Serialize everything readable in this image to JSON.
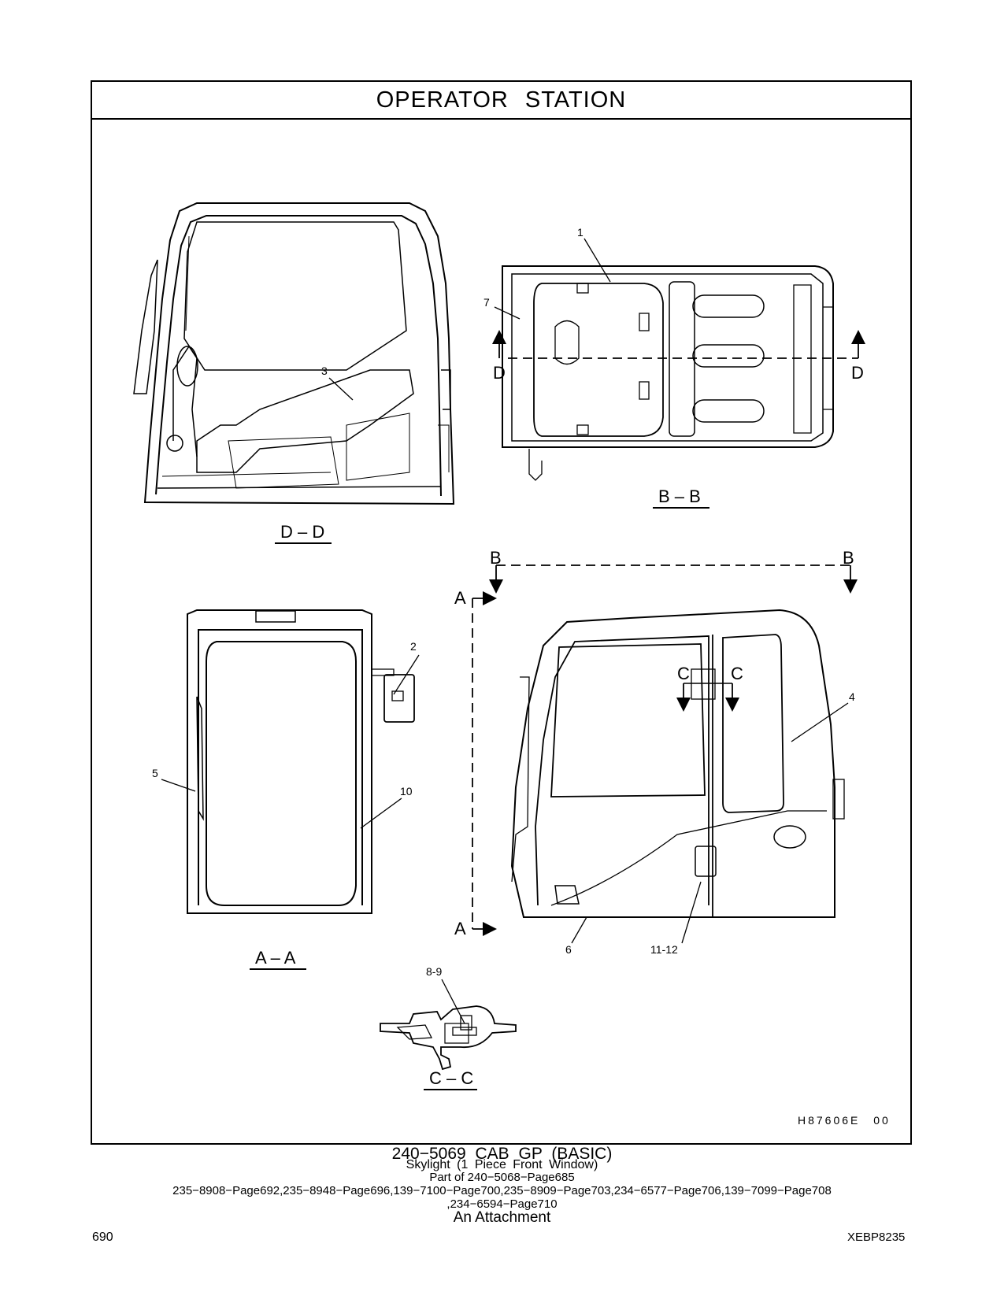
{
  "page_title": "OPERATOR   STATION",
  "drawing_code": "H87606E   00",
  "sections": {
    "dd": "D – D",
    "bb": "B – B",
    "aa": "A – A",
    "cc": "C – C"
  },
  "section_markers": {
    "d": "D",
    "b": "B",
    "a": "A",
    "c": "C"
  },
  "callouts": [
    "1",
    "2",
    "3",
    "4",
    "5",
    "6",
    "7",
    "10",
    "8-9",
    "11-12"
  ],
  "footer": {
    "part_title": "240−5069   CAB  GP (BASIC)",
    "description": "Skylight (1  Piece  Front  Window)",
    "part_of": "Part of 240−5068−Page685",
    "references_line1": "235−8908−Page692,235−8948−Page696,139−7100−Page700,235−8909−Page703,234−6577−Page706,139−7099−Page708",
    "references_line2": ",234−6594−Page710",
    "note": "An Attachment"
  },
  "page_number": "690",
  "document_id": "XEBP8235"
}
